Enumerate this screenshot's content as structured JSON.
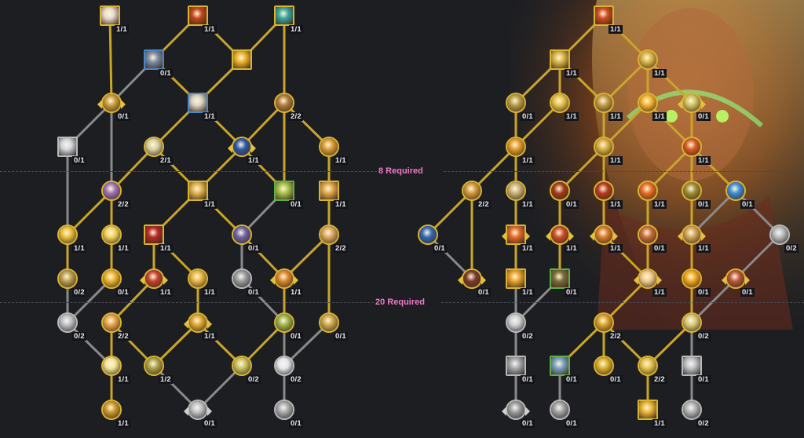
{
  "requirements": {
    "r8": "8 Required",
    "r20": "20 Required"
  },
  "colors": {
    "active_border": "#d9b332",
    "inactive_border": "#b9b9b9",
    "link_active": "#c9a52b",
    "link_inactive": "#8a8a8a",
    "requirement_text": "#f07ac8",
    "background": "#1c1e22"
  },
  "left_tree": [
    {
      "id": "l1",
      "rank": "1/1",
      "icon": "flash-of-light-icon",
      "shape": "sq",
      "hue": "#e8d9d0"
    },
    {
      "id": "l2",
      "rank": "1/1",
      "icon": "seal-rune-icon",
      "shape": "sq",
      "hue": "#c2451d"
    },
    {
      "id": "l3",
      "rank": "1/1",
      "icon": "hammer-cyan-icon",
      "shape": "sq",
      "hue": "#3aa5a0"
    },
    {
      "id": "l4",
      "rank": "0/1",
      "icon": "winged-shield-icon",
      "shape": "sq",
      "hue": "#7d8aa6",
      "border": "bl"
    },
    {
      "id": "l5",
      "rank": "",
      "icon": "golden-figure-icon",
      "shape": "sq",
      "hue": "#e9b12c"
    },
    {
      "id": "l6",
      "rank": "0/1",
      "icon": "hand-choice-icon",
      "shape": "ci",
      "hue": "#c89a3a",
      "choice": true
    },
    {
      "id": "l7",
      "rank": "1/1",
      "icon": "horse-blessing-icon",
      "shape": "sq",
      "hue": "#d8d2c4",
      "border": "bl"
    },
    {
      "id": "l8",
      "rank": "2/2",
      "icon": "fist-blue-icon",
      "shape": "ci",
      "hue": "#b07a3f"
    },
    {
      "id": "l9",
      "rank": "0/1",
      "icon": "white-flame-icon",
      "shape": "sq",
      "hue": "#d5d5d5",
      "g": true
    },
    {
      "id": "l10",
      "rank": "2/1",
      "icon": "holy-steed-icon",
      "shape": "ci",
      "hue": "#d8cfa3"
    },
    {
      "id": "l11",
      "rank": "1/1",
      "icon": "blue-ring-icon",
      "shape": "ci",
      "hue": "#2c57a8",
      "choice": true
    },
    {
      "id": "l12",
      "rank": "1/1",
      "icon": "hammer-fist-icon",
      "shape": "ci",
      "hue": "#d89a36"
    },
    {
      "id": "l13",
      "rank": "2/2",
      "icon": "purple-axe-icon",
      "shape": "ci",
      "hue": "#9d6fb7"
    },
    {
      "id": "l14",
      "rank": "1/1",
      "icon": "golden-hammer-icon",
      "shape": "sq",
      "hue": "#e0b14f"
    },
    {
      "id": "l15",
      "rank": "0/1",
      "icon": "green-fist-icon",
      "shape": "sq",
      "hue": "#a7c24e",
      "border": "gr"
    },
    {
      "id": "l16",
      "rank": "1/1",
      "icon": "raised-fist-icon",
      "shape": "sq",
      "hue": "#e2a54b"
    },
    {
      "id": "l17",
      "rank": "1/1",
      "icon": "radiant-wing-icon",
      "shape": "ci",
      "hue": "#e5be3b"
    },
    {
      "id": "l18",
      "rank": "1/1",
      "icon": "sun-burst-icon",
      "shape": "ci",
      "hue": "#f0d25d"
    },
    {
      "id": "l19",
      "rank": "1/1",
      "icon": "blood-drop-icon",
      "shape": "sq",
      "hue": "#b22a26"
    },
    {
      "id": "l20",
      "rank": "0/1",
      "icon": "crown-icon",
      "shape": "ci",
      "hue": "#6a62a8"
    },
    {
      "id": "l21",
      "rank": "2/2",
      "icon": "twin-blades-icon",
      "shape": "ci",
      "hue": "#d9a660"
    },
    {
      "id": "l22",
      "rank": "0/2",
      "icon": "green-wings-icon",
      "shape": "ci",
      "hue": "#b89a52"
    },
    {
      "id": "l23",
      "rank": "0/1",
      "icon": "starlight-icon",
      "shape": "ci",
      "hue": "#e9b22f"
    },
    {
      "id": "l24",
      "rank": "1/1",
      "icon": "red-cloak-icon",
      "shape": "ci",
      "hue": "#c2412c",
      "choice": true
    },
    {
      "id": "l25",
      "rank": "1/1",
      "icon": "holy-cross-icon",
      "shape": "ci",
      "hue": "#eab545"
    },
    {
      "id": "l26",
      "rank": "0/1",
      "icon": "helm-gray-icon",
      "shape": "ci",
      "hue": "#9a9a9a",
      "g": true
    },
    {
      "id": "l27",
      "rank": "1/1",
      "icon": "fire-hand-icon",
      "shape": "ci",
      "hue": "#d8862d",
      "choice": true
    },
    {
      "id": "l28",
      "rank": "0/2",
      "icon": "radiance-gray-icon",
      "shape": "ci",
      "hue": "#bdbdbd",
      "g": true
    },
    {
      "id": "l29",
      "rank": "2/2",
      "icon": "golden-angel-icon",
      "shape": "ci",
      "hue": "#e5a04a"
    },
    {
      "id": "l30",
      "rank": "1/1",
      "icon": "blade-cross-icon",
      "shape": "ci",
      "hue": "#d9a532",
      "choice": true
    },
    {
      "id": "l31",
      "rank": "0/1",
      "icon": "green-helm-icon",
      "shape": "ci",
      "hue": "#9bb04a"
    },
    {
      "id": "l32",
      "rank": "0/1",
      "icon": "golden-crown-icon",
      "shape": "ci",
      "hue": "#c9a54b"
    },
    {
      "id": "l33",
      "rank": "1/1",
      "icon": "light-beam-icon",
      "shape": "ci",
      "hue": "#f2e39a"
    },
    {
      "id": "l34",
      "rank": "1/2",
      "icon": "gauntlet-icon",
      "shape": "ci",
      "hue": "#a9a04a"
    },
    {
      "id": "l35",
      "rank": "0/2",
      "icon": "crossed-swords-icon",
      "shape": "ci",
      "hue": "#c8c060"
    },
    {
      "id": "l36",
      "rank": "0/2",
      "icon": "bright-orb-icon",
      "shape": "ci",
      "hue": "#e6e6e6",
      "g": true
    },
    {
      "id": "l37",
      "rank": "1/1",
      "icon": "hourglass-icon",
      "shape": "ci",
      "hue": "#c9962f"
    },
    {
      "id": "l38",
      "rank": "0/1",
      "icon": "armor-gray-icon",
      "shape": "ci",
      "hue": "#bfbfbf",
      "g": true,
      "choice": true
    },
    {
      "id": "l39",
      "rank": "0/1",
      "icon": "knight-gray-icon",
      "shape": "ci",
      "hue": "#a8a8a8",
      "g": true
    }
  ],
  "right_tree": [
    {
      "id": "r1",
      "rank": "1/1",
      "icon": "blazing-sword-icon",
      "shape": "sq",
      "hue": "#d04a22"
    },
    {
      "id": "r2",
      "rank": "1/1",
      "icon": "crossed-hammers-icon",
      "shape": "sq",
      "hue": "#d8b44a"
    },
    {
      "id": "r3",
      "rank": "1/1",
      "icon": "scales-icon",
      "shape": "ci",
      "hue": "#d9b348"
    },
    {
      "id": "r4",
      "rank": "0/1",
      "icon": "green-rune-icon",
      "shape": "ci",
      "hue": "#b59c45"
    },
    {
      "id": "r5",
      "rank": "1/1",
      "icon": "winged-hammer-icon",
      "shape": "ci",
      "hue": "#e6c04a"
    },
    {
      "id": "r6",
      "rank": "1/1",
      "icon": "lantern-icon",
      "shape": "ci",
      "hue": "#c09a46"
    },
    {
      "id": "r7",
      "rank": "1/1",
      "icon": "fire-slash-icon",
      "shape": "ci",
      "hue": "#f2b02e"
    },
    {
      "id": "r8",
      "rank": "0/1",
      "icon": "cleave-icon",
      "shape": "ci",
      "hue": "#cfc060",
      "choice": true
    },
    {
      "id": "r9",
      "rank": "1/1",
      "icon": "rising-hammer-icon",
      "shape": "ci",
      "hue": "#e19b2c"
    },
    {
      "id": "r10",
      "rank": "1/1",
      "icon": "golden-shield-icon",
      "shape": "ci",
      "hue": "#d7ad43"
    },
    {
      "id": "r11",
      "rank": "1/1",
      "icon": "flame-trail-icon",
      "shape": "ci",
      "hue": "#d85a24"
    },
    {
      "id": "r12",
      "rank": "2/2",
      "icon": "chain-icon",
      "shape": "ci",
      "hue": "#d0973a"
    },
    {
      "id": "r13",
      "rank": "1/1",
      "icon": "hammer-strike-icon",
      "shape": "ci",
      "hue": "#c8b07a"
    },
    {
      "id": "r14",
      "rank": "0/1",
      "icon": "ember-icon",
      "shape": "ci",
      "hue": "#a33a1a"
    },
    {
      "id": "r15",
      "rank": "1/1",
      "icon": "templar-icon",
      "shape": "ci",
      "hue": "#b63a1f"
    },
    {
      "id": "r16",
      "rank": "1/1",
      "icon": "flame-arc-icon",
      "shape": "ci",
      "hue": "#e86a24"
    },
    {
      "id": "r17",
      "rank": "0/1",
      "icon": "sword-down-icon",
      "shape": "ci",
      "hue": "#9c8c38"
    },
    {
      "id": "r18",
      "rank": "0/1",
      "icon": "frost-lance-icon",
      "shape": "ci",
      "hue": "#3b8bd8"
    },
    {
      "id": "r19",
      "rank": "0/1",
      "icon": "blue-shield-icon",
      "shape": "ci",
      "hue": "#2d67b8"
    },
    {
      "id": "r20",
      "rank": "1/1",
      "icon": "fiery-banner-icon",
      "shape": "sq",
      "hue": "#e2692b",
      "choice": true
    },
    {
      "id": "r21",
      "rank": "1/1",
      "icon": "twin-axe-icon",
      "shape": "ci",
      "hue": "#c84a2a",
      "choice": true
    },
    {
      "id": "r22",
      "rank": "1/1",
      "icon": "war-hammer-icon",
      "shape": "ci",
      "hue": "#d77a2e",
      "choice": true
    },
    {
      "id": "r23",
      "rank": "0/1",
      "icon": "crescent-icon",
      "shape": "ci",
      "hue": "#c56b3a"
    },
    {
      "id": "r24",
      "rank": "1/1",
      "icon": "shield-bash-icon",
      "shape": "ci",
      "hue": "#cfa25a",
      "choice": true
    },
    {
      "id": "r25",
      "rank": "0/2",
      "icon": "gray-cross-icon",
      "shape": "ci",
      "hue": "#b8b8b8",
      "g": true
    },
    {
      "id": "r26",
      "rank": "0/1",
      "icon": "flame-warrior-icon",
      "shape": "ci",
      "hue": "#7a3a2a",
      "choice": true
    },
    {
      "id": "r27",
      "rank": "1/1",
      "icon": "fire-wave-icon",
      "shape": "sq",
      "hue": "#e8a22e"
    },
    {
      "id": "r28",
      "rank": "0/1",
      "icon": "armored-knight-icon",
      "shape": "sq",
      "hue": "#7c6a3a",
      "border": "gr"
    },
    {
      "id": "r29",
      "rank": "1/1",
      "icon": "angel-blade-icon",
      "shape": "ci",
      "hue": "#eec98a",
      "choice": true
    },
    {
      "id": "r30",
      "rank": "0/1",
      "icon": "sun-orb-icon",
      "shape": "ci",
      "hue": "#f0a520"
    },
    {
      "id": "r31",
      "rank": "0/1",
      "icon": "rune-sword-icon",
      "shape": "ci",
      "hue": "#b8553a",
      "choice": true
    },
    {
      "id": "r32",
      "rank": "0/2",
      "icon": "white-radiance-icon",
      "shape": "ci",
      "hue": "#cfcfcf",
      "g": true
    },
    {
      "id": "r33",
      "rank": "2/2",
      "icon": "sword-burst-icon",
      "shape": "ci",
      "hue": "#d8a02e"
    },
    {
      "id": "r34",
      "rank": "0/2",
      "icon": "holy-mace-icon",
      "shape": "ci",
      "hue": "#d6c87a"
    },
    {
      "id": "r35",
      "rank": "0/1",
      "icon": "gray-totem-icon",
      "shape": "sq",
      "hue": "#a8a8a8",
      "g": true
    },
    {
      "id": "r36",
      "rank": "0/1",
      "icon": "dagger-blue-icon",
      "shape": "sq",
      "hue": "#7aa0c2",
      "border": "gr"
    },
    {
      "id": "r37",
      "rank": "0/1",
      "icon": "spark-sword-icon",
      "shape": "ci",
      "hue": "#d8b02e"
    },
    {
      "id": "r38",
      "rank": "2/2",
      "icon": "golden-x-icon",
      "shape": "ci",
      "hue": "#e3c24a"
    },
    {
      "id": "r39",
      "rank": "0/1",
      "icon": "silver-rune-icon",
      "shape": "sq",
      "hue": "#c2c2c2",
      "g": true
    },
    {
      "id": "r40",
      "rank": "0/1",
      "icon": "gray-knight-icon",
      "shape": "ci",
      "hue": "#9a9a9a",
      "g": true,
      "choice": true
    },
    {
      "id": "r41",
      "rank": "0/1",
      "icon": "gray-seal-icon",
      "shape": "ci",
      "hue": "#9f9f9f",
      "g": true
    },
    {
      "id": "r42",
      "rank": "1/1",
      "icon": "golden-star-icon",
      "shape": "sq",
      "hue": "#e9b53a"
    },
    {
      "id": "r43",
      "rank": "0/2",
      "icon": "gray-barrier-icon",
      "shape": "ci",
      "hue": "#b0b0b0",
      "g": true
    }
  ]
}
